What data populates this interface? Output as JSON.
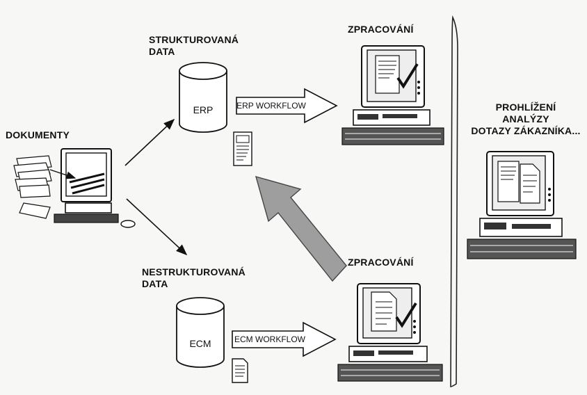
{
  "labels": {
    "dokumenty": "DOKUMENTY",
    "strukturovana": "STRUKTUROVANÁ\nDATA",
    "nestrukturovana": "NESTRUKTUROVANÁ\nDATA",
    "zpracovani_top": "ZPRACOVÁNÍ",
    "zpracovani_bottom": "ZPRACOVÁNÍ",
    "prohlizeni": "PROHLÍŽENÍ\nANALÝZY\nDOTAZY ZÁKAZNÍKA..."
  },
  "databases": {
    "erp": "ERP",
    "ecm": "ECM"
  },
  "workflows": {
    "erp": "ERP WORKFLOW",
    "ecm": "ECM WORKFLOW"
  }
}
